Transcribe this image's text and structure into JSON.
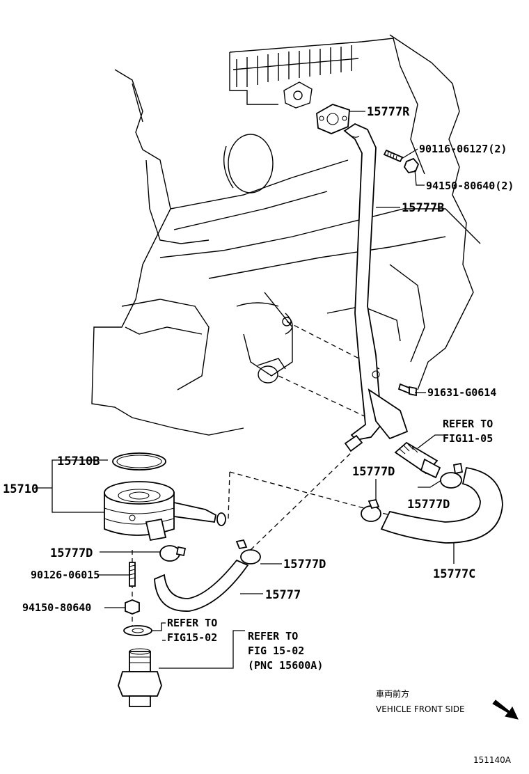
{
  "labels": {
    "p15777R": "15777R",
    "p90116": "90116-06127(2)",
    "p94150_2": "94150-80640(2)",
    "p15777B": "15777B",
    "p91631": "91631-G0614",
    "refer_fig11_line1": "REFER TO",
    "refer_fig11_line2": "FIG11-05",
    "p15777D_a": "15777D",
    "p15777D_b": "15777D",
    "p15777C": "15777C",
    "p15710B": "15710B",
    "p15710": "15710",
    "p15777D_c": "15777D",
    "p15777D_d": "15777D",
    "p90126": "90126-06015",
    "p15777": "15777",
    "p94150": "94150-80640",
    "refer_fig15_line1": "REFER TO",
    "refer_fig15_line2": "FIG15-02",
    "refer_pnc_line1": "REFER TO",
    "refer_pnc_line2": "FIG 15-02",
    "refer_pnc_line3": "(PNC 15600A)"
  },
  "orientation": {
    "jp_text": "車両前方",
    "en_text": "VEHICLE FRONT SIDE",
    "icon": "arrow-down-right-icon"
  },
  "figure_id": "151140A"
}
